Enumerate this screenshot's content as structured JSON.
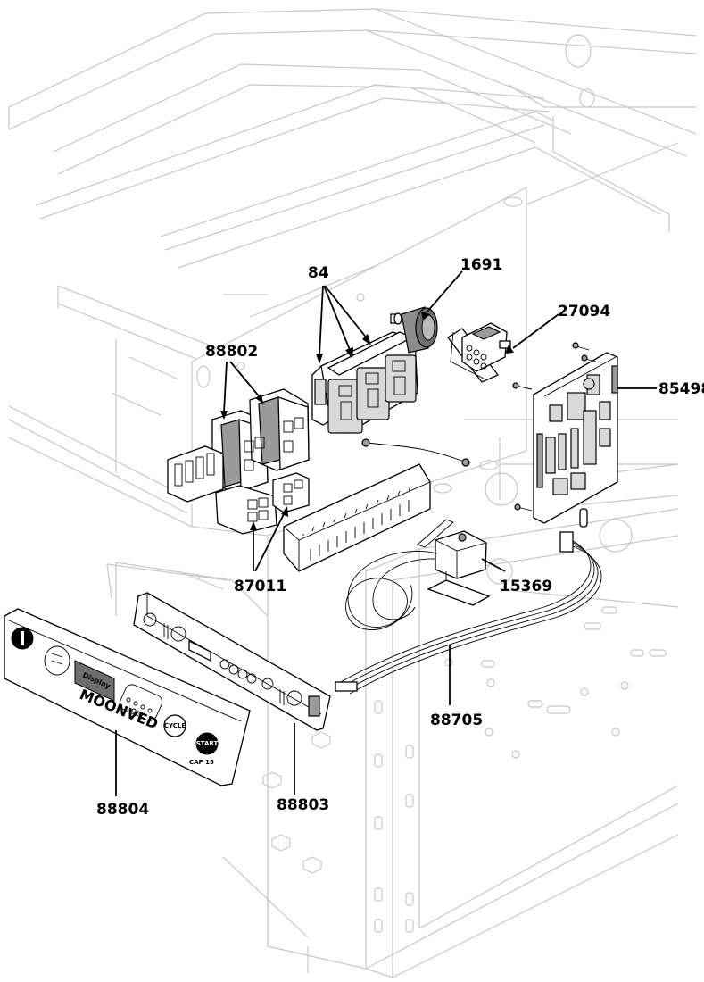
{
  "parts": {
    "p84": "84",
    "p1691": "1691",
    "p27094": "27094",
    "p88802": "88802",
    "p85498": "85498",
    "p87011": "87011",
    "p15369": "15369",
    "p88705": "88705",
    "p88804": "88804",
    "p88803": "88803"
  },
  "control_panel": {
    "brand": "MOONVED",
    "display_label": "Display",
    "cycle_button": "CYCLE",
    "start_button": "START",
    "model": "CAP 15"
  },
  "colors": {
    "line": "#000000",
    "ghost_line": "#c8c8c8",
    "component_grey": "#9a9a9a"
  }
}
